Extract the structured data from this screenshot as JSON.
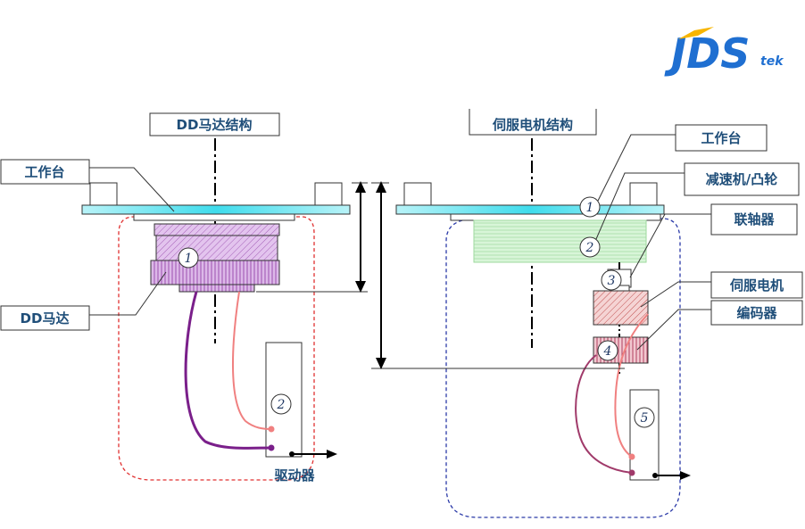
{
  "logo": {
    "brand": "JDS",
    "suffix": "tek",
    "color": "#1f6fd1",
    "accent": "#f7b500"
  },
  "left": {
    "title": "DD马达结构",
    "worktable_label": "工作台",
    "motor_label": "DD马达",
    "driver_label": "驱动器",
    "markers": [
      "1",
      "2"
    ]
  },
  "right": {
    "title": "伺服电机结构",
    "worktable_label": "工作台",
    "reducer_label": "减速机/凸轮",
    "coupling_label": "联轴器",
    "servo_label": "伺服电机",
    "encoder_label": "编码器",
    "markers": [
      "1",
      "2",
      "3",
      "4",
      "5"
    ]
  },
  "colors": {
    "label_text": "#1f4e79",
    "label_border": "#333333",
    "worktable_fill": "#62e6f2",
    "dd_motor_fill": "#d9b3e6",
    "dd_motor_hatch": "#9b4fb0",
    "reducer_fill": "#d6f5d6",
    "servo_fill": "#f2c8c8",
    "servo_hatch": "#c05050",
    "wire_purple": "#7a1f8a",
    "wire_pink": "#f08080",
    "left_boundary": "#e03030",
    "right_boundary": "#2b3aa8"
  }
}
